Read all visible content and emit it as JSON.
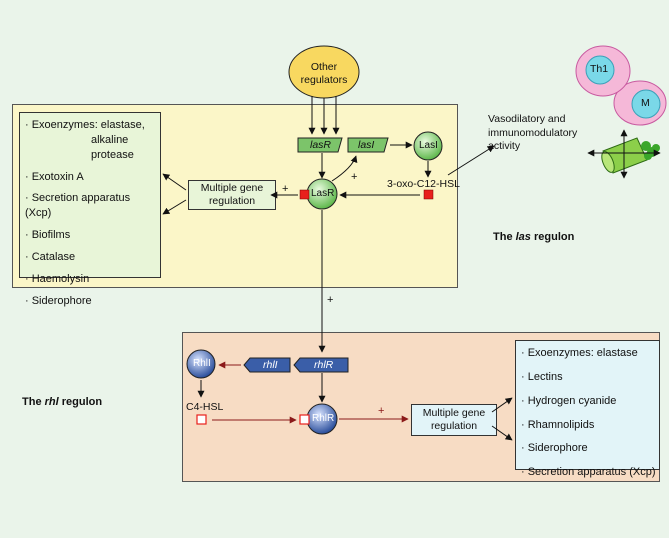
{
  "las_regulon": {
    "title_prefix": "The",
    "title_gene": "las",
    "title_suffix": "regulon",
    "products": [
      "· Exoenzymes: elastase,",
      "alkaline",
      "protease",
      "· Exotoxin A",
      "· Secretion apparatus (Xcp)",
      "· Biofilms",
      "· Catalase",
      "· Haemolysin",
      "· Siderophore"
    ],
    "multiple_gene_regulation": "Multiple gene regulation",
    "lasR_gene": "lasR",
    "lasI_gene": "lasI",
    "lasI_protein": "LasI",
    "lasR_protein": "LasR",
    "autoinducer": "3-oxo-C12-HSL",
    "plus": "+"
  },
  "other_regulators": "Other regulators",
  "immune": {
    "activity": "Vasodilatory and immunomodulatory activity",
    "th1": "Th1",
    "m": "M"
  },
  "connector_plus": "+",
  "rhl_regulon": {
    "title_prefix": "The",
    "title_gene": "rhl",
    "title_suffix": "regulon",
    "rhlI_protein": "RhlI",
    "rhlI_gene": "rhlI",
    "rhlR_gene": "rhlR",
    "rhlR_protein": "RhlR",
    "autoinducer": "C4-HSL",
    "multiple_gene_regulation": "Multiple gene regulation",
    "plus": "+",
    "products": [
      "· Exoenzymes: elastase",
      "· Lectins",
      "· Hydrogen cyanide",
      "· Rhamnolipids",
      "· Siderophore",
      "· Secretion apparatus (Xcp)"
    ]
  },
  "colors": {
    "background": "#eaf4ea",
    "las_panel": "#fbf6c8",
    "rhl_panel": "#f7dcc4",
    "las_product_box": "#e8f5d8",
    "rhl_product_box": "#e2f4f8",
    "green_gene": "#7cc46a",
    "blue_gene": "#3a5ea8",
    "red_square": "#e8201c",
    "pink_cell": "#f5b8d8",
    "cyan_nucleus": "#7ad8e8",
    "other_regulators": "#f8d860"
  }
}
